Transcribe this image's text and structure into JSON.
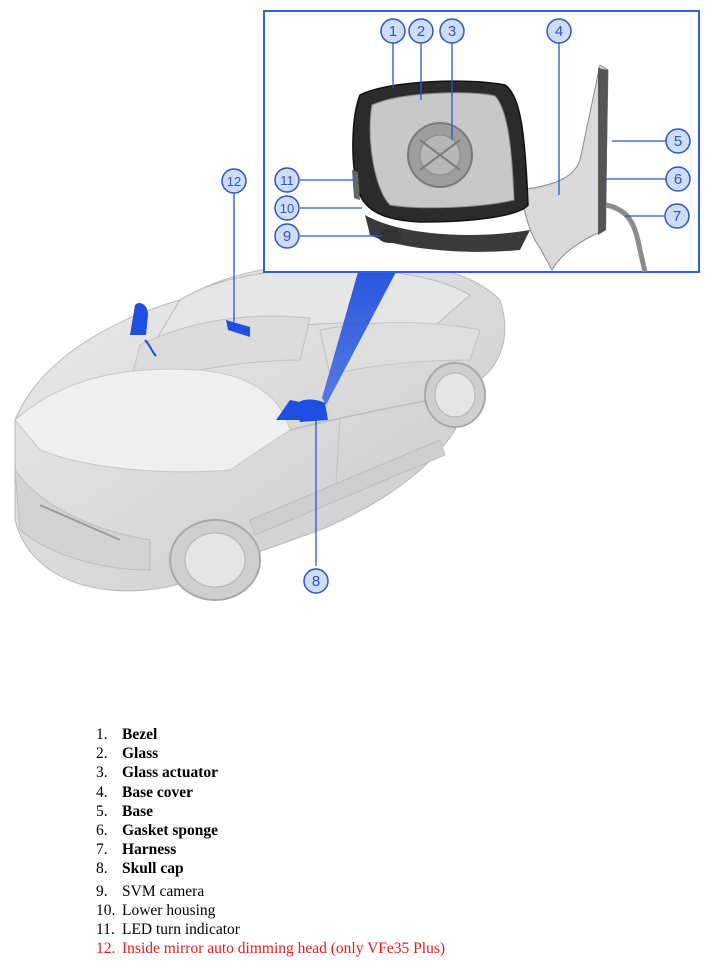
{
  "legend": [
    {
      "num": "1.",
      "label": "Bezel"
    },
    {
      "num": "2.",
      "label": "Glass"
    },
    {
      "num": "3.",
      "label": "Glass actuator"
    },
    {
      "num": "4.",
      "label": "Base cover"
    },
    {
      "num": "5.",
      "label": "Base"
    },
    {
      "num": "6.",
      "label": "Gasket sponge"
    },
    {
      "num": "7.",
      "label": "Harness"
    },
    {
      "num": "8.",
      "label": "Skull cap"
    },
    {
      "num": "9.",
      "label": "SVM camera"
    },
    {
      "num": "10.",
      "label": "Lower housing"
    },
    {
      "num": "11.",
      "label": "LED turn indicator"
    },
    {
      "num": "12.",
      "label": "Inside mirror auto dimming head (only VFe35 Plus)"
    }
  ],
  "callouts": [
    "1",
    "2",
    "3",
    "4",
    "5",
    "6",
    "7",
    "8",
    "9",
    "10",
    "11",
    "12"
  ],
  "colors": {
    "accent_blue": "#1f4fe0",
    "callout_fill": "#cfdcf3",
    "callout_stroke": "#2a56c6",
    "highlight_red": "#e31b1b",
    "car_body": "#d9d9d9"
  }
}
